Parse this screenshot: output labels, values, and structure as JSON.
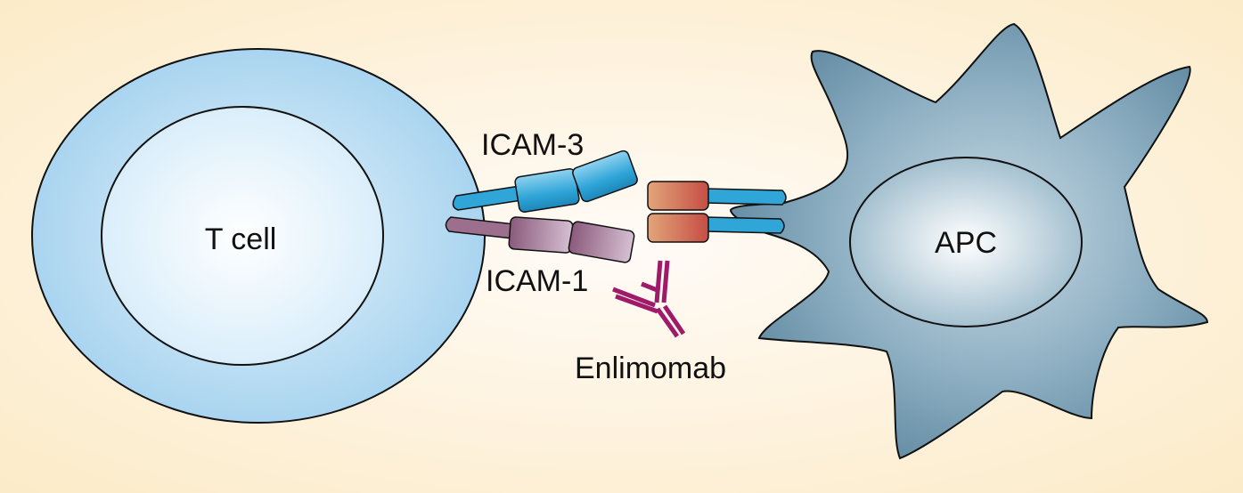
{
  "labels": {
    "t_cell": "T cell",
    "apc": "APC",
    "icam3": "ICAM-3",
    "icam1": "ICAM-1",
    "antibody": "Enlimomab"
  },
  "colors": {
    "background_center": "#fffbf7",
    "background_edge": "#fcebc8",
    "t_cell_outer": "#a9d5ef",
    "t_cell_inner": "#eaf5fd",
    "apc_body": "#6b93ab",
    "apc_nucleus": "#d7e6ee",
    "icam3": "#2fa5d8",
    "icam1": "#9c6f8f",
    "lfa1": "#c95f4c",
    "antibody": "#a01a6a",
    "outline": "#111111"
  }
}
